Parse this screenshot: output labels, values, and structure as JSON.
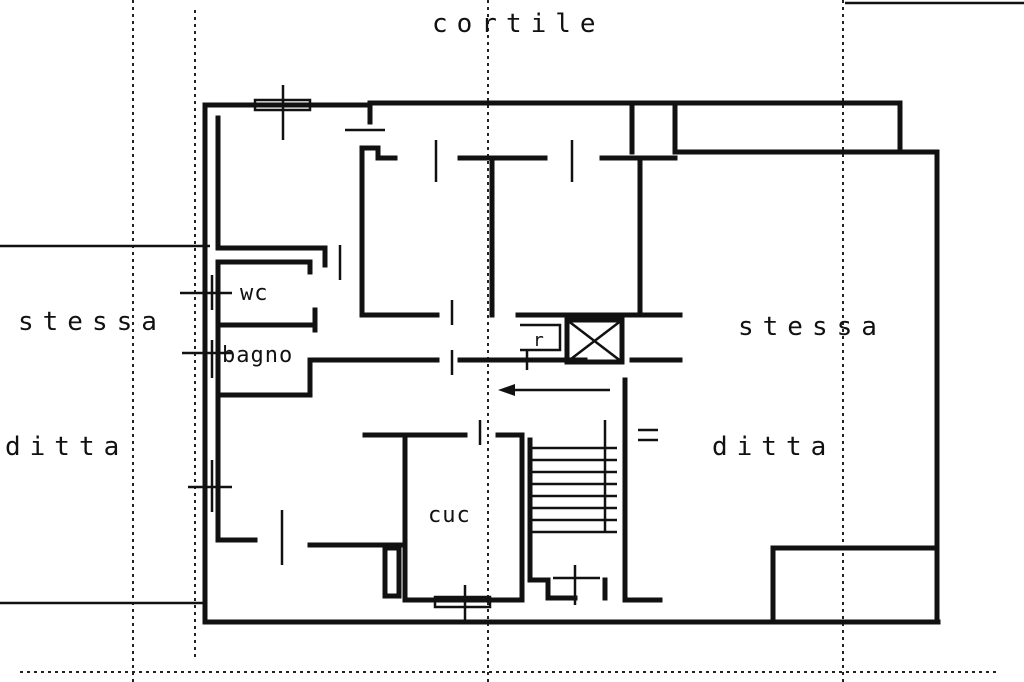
{
  "plan": {
    "labels": {
      "top": "cortile",
      "left_line1": "stessa",
      "left_line2": "ditta",
      "right_line1": "stessa",
      "right_line2": "ditta",
      "wc": "wc",
      "bath": "bagno",
      "kitchen": "cuc",
      "storage": "r"
    }
  }
}
